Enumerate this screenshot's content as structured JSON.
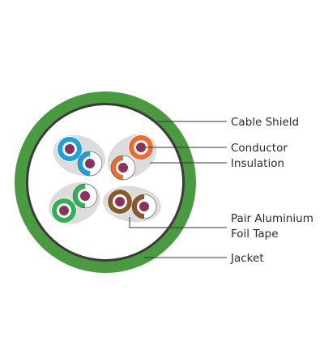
{
  "labels": {
    "cable_shield": "Cable Shield",
    "conductor": "Conductor",
    "insulation": "Insulation",
    "foil_tape_line1": "Pair Aluminium",
    "foil_tape_line2": "Foil Tape",
    "jacket": "Jacket"
  },
  "colors": {
    "jacket": "#4a9b3f",
    "jacket_dark": "#3e8a35",
    "shield_ring": "#3b3b3b",
    "foil_tape": "#dcdcdc",
    "conductor_core": "#8e2f5c",
    "pair_blue": "#1ba0e2",
    "pair_orange": "#f26a2b",
    "pair_green": "#2fb154",
    "pair_brown": "#8b5a2b",
    "leader_line": "#333333"
  }
}
